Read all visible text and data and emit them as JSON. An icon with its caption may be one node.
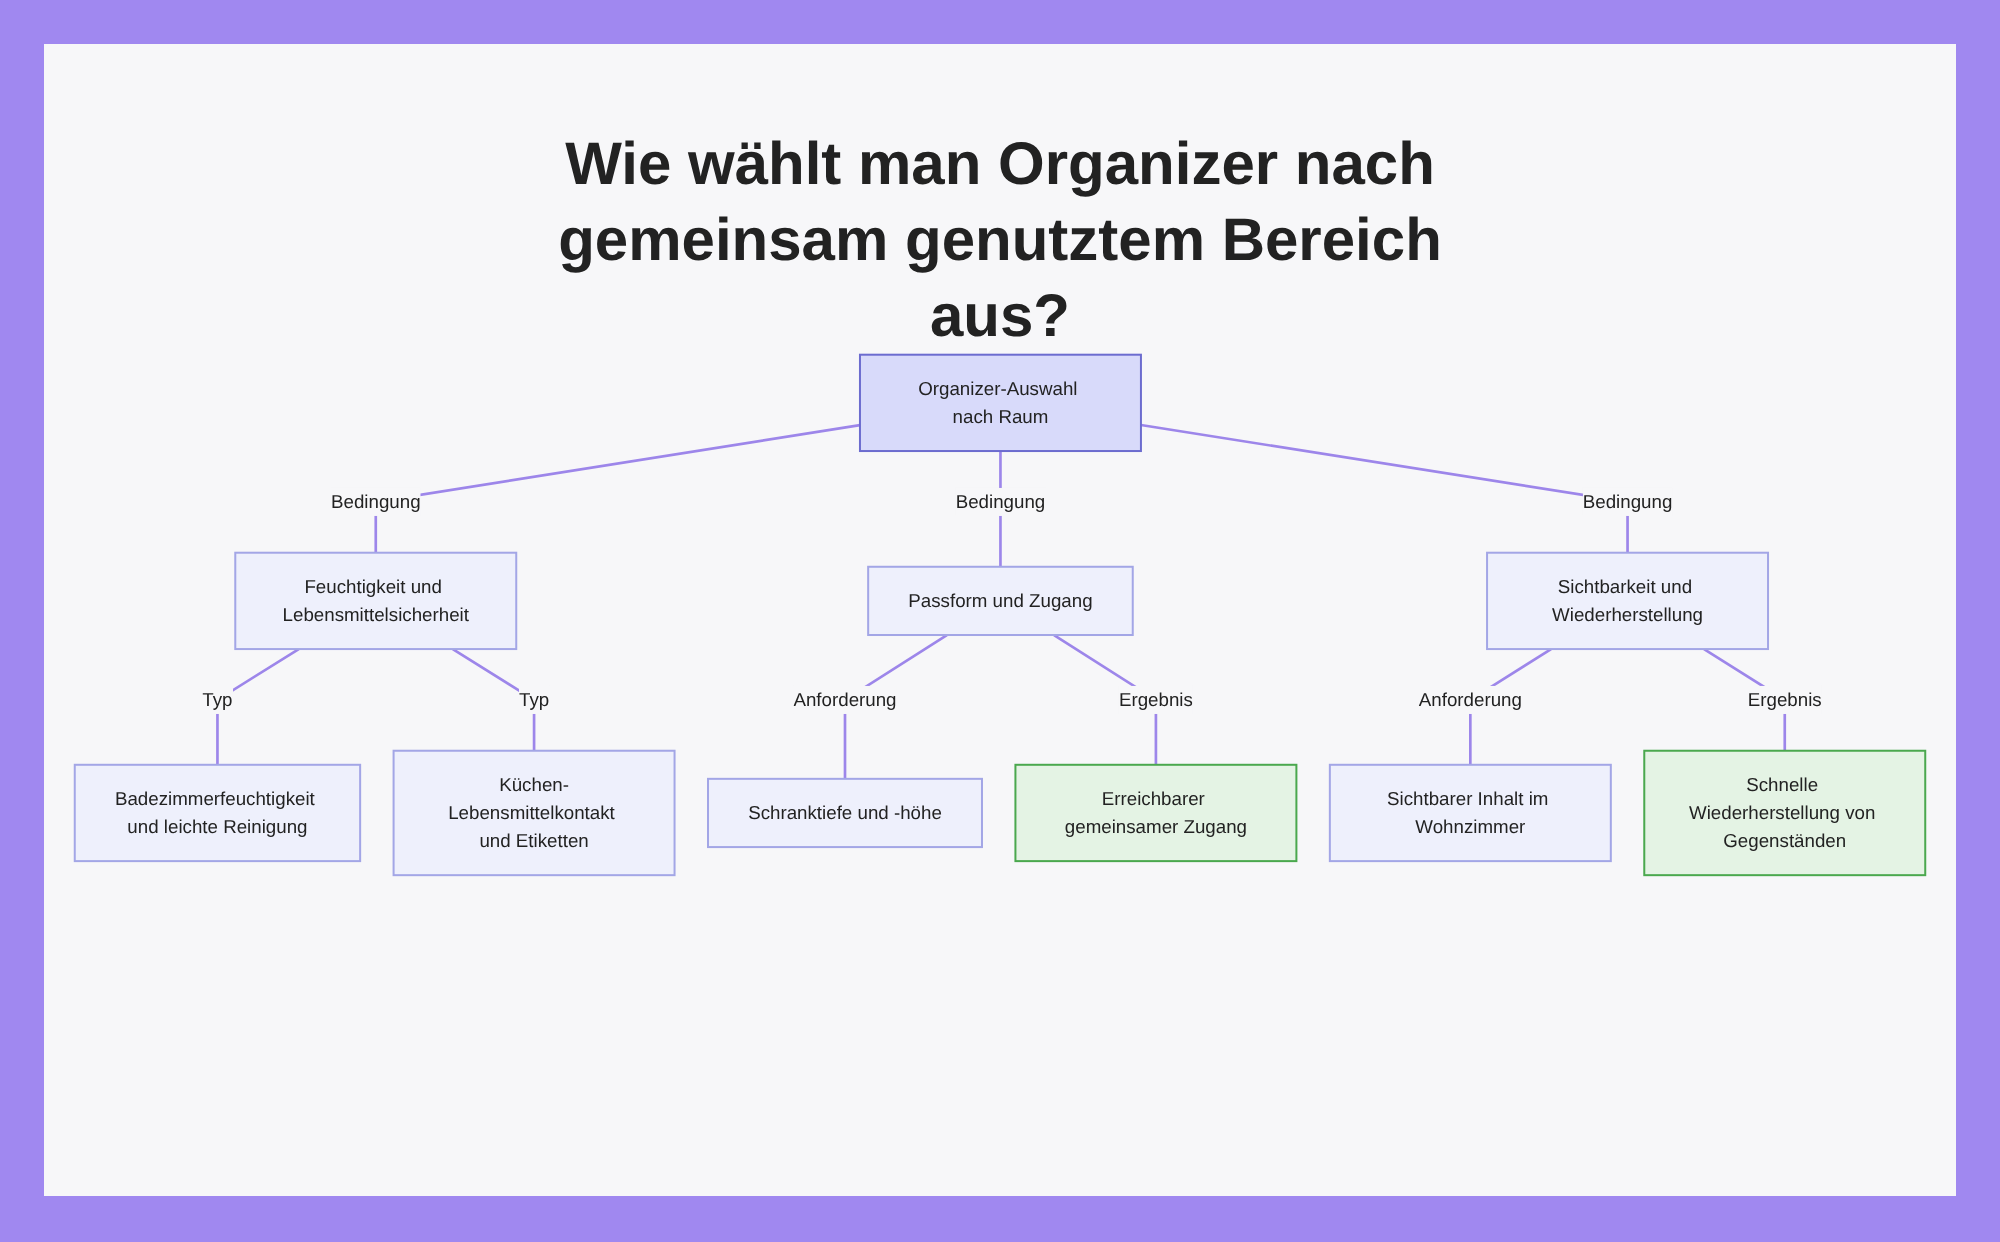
{
  "diagram": {
    "title": "Wie wählt man Organizer nach gemeinsam genutztem Bereich aus?",
    "nodes": [
      {
        "text": [
          "Organizer-Auswahl nach Raum"
        ]
      },
      {
        "text": [
          "Feuchtigkeit und Lebensmittelsicherheit"
        ]
      },
      {
        "text": [
          "Passform und Zugang"
        ]
      },
      {
        "text": [
          "Sichtbarkeit und Wiederherstellung"
        ]
      },
      {
        "text": [
          "Badezimmerfeuchtigkeit und leichte Reinigung"
        ]
      },
      {
        "text": [
          "Küchen-Lebensmittelkontakt und Etiketten"
        ]
      },
      {
        "text": [
          "Schranktiefe und -höhe"
        ]
      },
      {
        "text": [
          "Erreichbarer gemeinsamer Zugang"
        ]
      },
      {
        "text": [
          "Sichtbarer Inhalt im Wohnzimmer"
        ]
      },
      {
        "text": [
          "Schnelle Wiederherstellung von Gegenständen"
        ]
      }
    ],
    "edges": [
      {
        "from": 0,
        "to": 1,
        "arrow": "none",
        "label": "Bedingung"
      },
      {
        "from": 0,
        "to": 2,
        "arrow": "none",
        "label": "Bedingung"
      },
      {
        "from": 0,
        "to": 3,
        "arrow": "none",
        "label": "Bedingung"
      },
      {
        "from": 1,
        "to": 4,
        "arrow": "none",
        "label": "Typ"
      },
      {
        "from": 1,
        "to": 5,
        "arrow": "none",
        "label": "Typ"
      },
      {
        "from": 2,
        "to": 6,
        "arrow": "none",
        "label": "Anforderung"
      },
      {
        "from": 2,
        "to": 7,
        "arrow": "none",
        "label": "Ergebnis"
      },
      {
        "from": 3,
        "to": 8,
        "arrow": "none",
        "label": "Anforderung"
      },
      {
        "from": 3,
        "to": 9,
        "arrow": "none",
        "label": "Ergebnis"
      }
    ]
  }
}
